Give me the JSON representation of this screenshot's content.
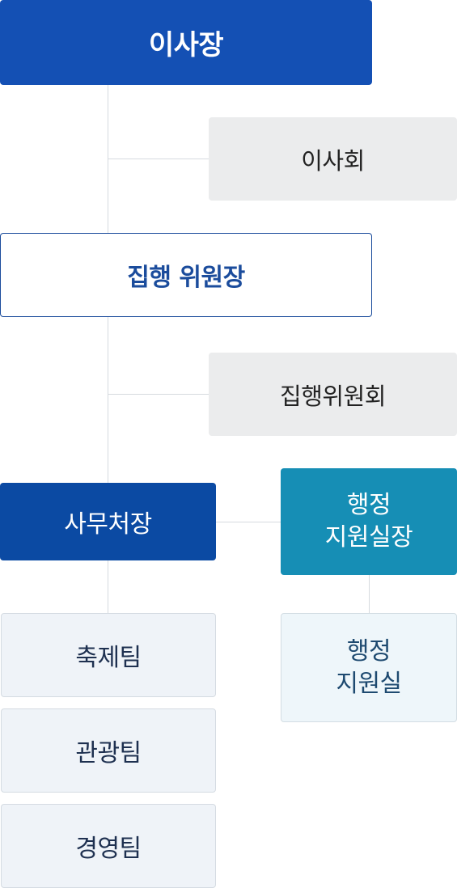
{
  "org_chart": {
    "chairman": "이사장",
    "board": "이사회",
    "executive_chair": "집행 위원장",
    "executive_committee": "집행위원회",
    "secretary_general": "사무처장",
    "admin_support_head": {
      "line1": "행정",
      "line2": "지원실장"
    },
    "admin_support_office": {
      "line1": "행정",
      "line2": "지원실"
    },
    "teams": [
      "축제팀",
      "관광팀",
      "경영팀"
    ]
  }
}
